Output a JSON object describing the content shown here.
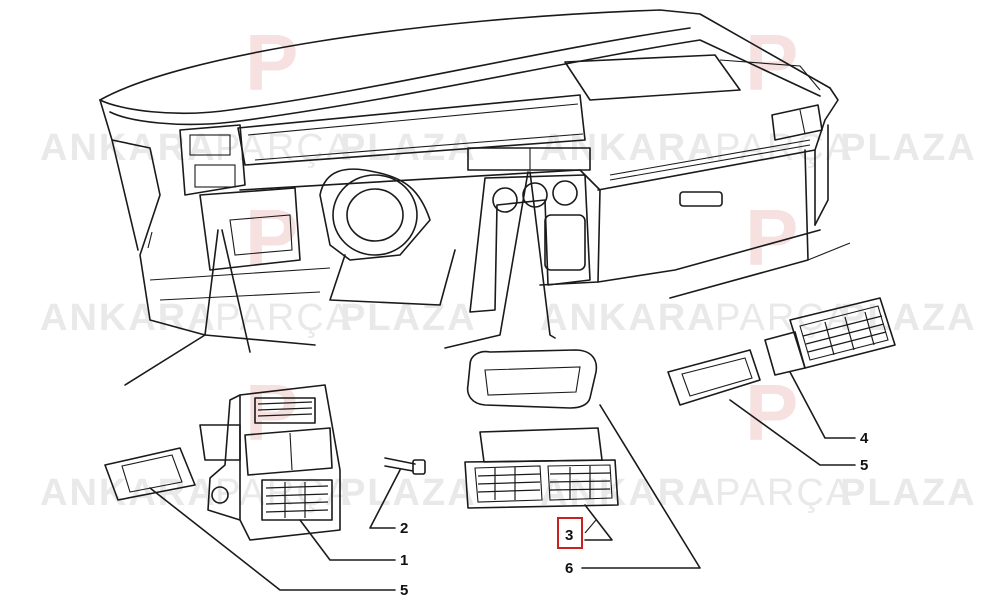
{
  "watermark": {
    "word1": "ANKARA",
    "word2": "PARÇA",
    "word3": "PLAZA",
    "logo_letter": "P",
    "color": "#e9e9e9",
    "logo_color": "#f6e0e0"
  },
  "callouts": [
    {
      "id": "1",
      "label": "1"
    },
    {
      "id": "2",
      "label": "2"
    },
    {
      "id": "3",
      "label": "3",
      "highlighted": true
    },
    {
      "id": "4",
      "label": "4"
    },
    {
      "id": "5a",
      "label": "5"
    },
    {
      "id": "5b",
      "label": "5"
    },
    {
      "id": "6",
      "label": "6"
    }
  ],
  "highlight_color": "#cc1f1f"
}
